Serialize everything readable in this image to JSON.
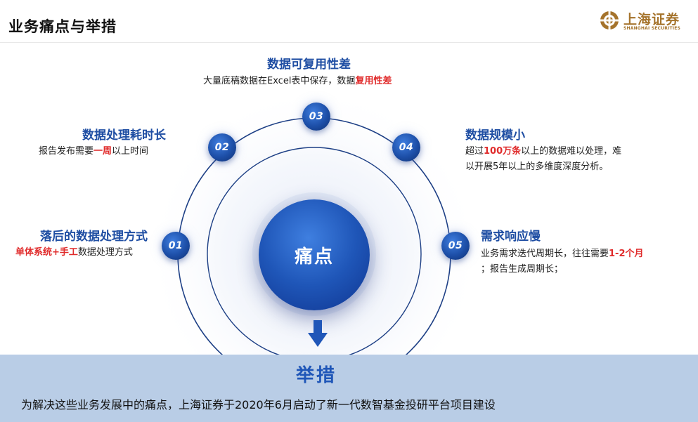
{
  "page_title": "业务痛点与举措",
  "logo": {
    "name_cn": "上海证券",
    "name_en": "SHANGHAI SECURITIES"
  },
  "center_label": "痛点",
  "bottom": {
    "title": "举措",
    "text": "为解决这些业务发展中的痛点，上海证券于2020年6月启动了新一代数智基金投研平台项目建设"
  },
  "colors": {
    "accent_blue": "#1f4ea3",
    "highlight_red": "#e02b2b",
    "bottom_band": "#b9cde6",
    "logo_gold": "#a5732b"
  },
  "pain_points": [
    {
      "number": "01",
      "title": "落后的数据处理方式",
      "lines": [
        [
          {
            "text": "单体系统+手工",
            "hl": true
          },
          {
            "text": "数据处理方式",
            "hl": false
          }
        ]
      ]
    },
    {
      "number": "02",
      "title": "数据处理耗时长",
      "lines": [
        [
          {
            "text": "报告发布需要",
            "hl": false
          },
          {
            "text": "一周",
            "hl": true
          },
          {
            "text": "以上时间",
            "hl": false
          }
        ]
      ]
    },
    {
      "number": "03",
      "title": "数据可复用性差",
      "lines": [
        [
          {
            "text": "大量底稿数据在Excel表中保存，数据",
            "hl": false
          },
          {
            "text": "复用性差",
            "hl": true
          }
        ]
      ]
    },
    {
      "number": "04",
      "title": "数据规模小",
      "lines": [
        [
          {
            "text": "超过",
            "hl": false
          },
          {
            "text": "100万条",
            "hl": true
          },
          {
            "text": "以上的数据难以处理，难",
            "hl": false
          }
        ],
        [
          {
            "text": "以开展5年以上的多维度深度分析。",
            "hl": false
          }
        ]
      ]
    },
    {
      "number": "05",
      "title": "需求响应慢",
      "lines": [
        [
          {
            "text": "业务需求迭代周期长，往往需要",
            "hl": false
          },
          {
            "text": "1-2个月",
            "hl": true
          }
        ],
        [
          {
            "text": "；报告生成周期长；",
            "hl": false
          }
        ]
      ]
    }
  ]
}
